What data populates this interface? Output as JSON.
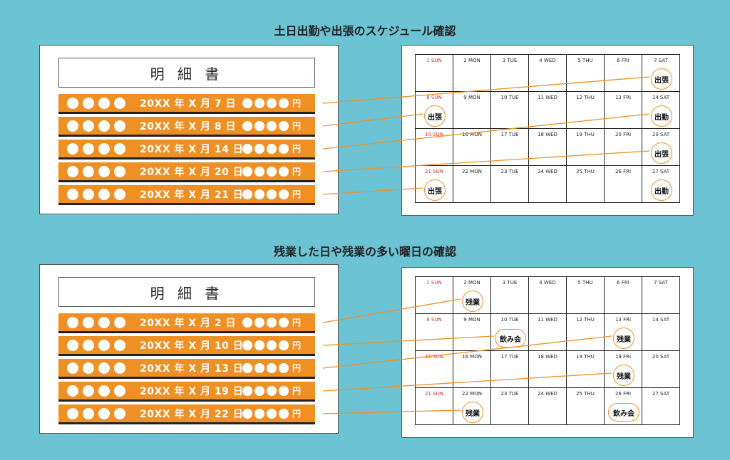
{
  "section1": {
    "title": "土日出勤や出張のスケジュール確認",
    "receipt_title": "明 細 書",
    "rows": [
      {
        "date": "20XX 年 X 月 7 日",
        "yen": "円"
      },
      {
        "date": "20XX 年 X 月 8 日",
        "yen": "円"
      },
      {
        "date": "20XX 年 X 月 14 日",
        "yen": "円"
      },
      {
        "date": "20XX 年 X 月 20 日",
        "yen": "円"
      },
      {
        "date": "20XX 年 X 月 21 日",
        "yen": "円"
      }
    ],
    "calendar": [
      "1 SUN",
      "2 MON",
      "3 TUE",
      "4 WED",
      "5 THU",
      "6 FRI",
      "7 SAT",
      "8 SUN",
      "9 MON",
      "10 TUE",
      "11 WED",
      "12 THU",
      "13 FRI",
      "14 SAT",
      "15 SUN",
      "16 MON",
      "17 TUE",
      "18 WED",
      "19 THU",
      "20 FRI",
      "20 SAT",
      "21 SUN",
      "22 MON",
      "23 TUE",
      "24 WED",
      "25 THU",
      "26 FRI",
      "27 SAT"
    ],
    "badges": [
      {
        "cell": 6,
        "text": "出張",
        "shape": "round"
      },
      {
        "cell": 7,
        "text": "出張",
        "shape": "round"
      },
      {
        "cell": 13,
        "text": "出勤",
        "shape": "round"
      },
      {
        "cell": 20,
        "text": "出張",
        "shape": "round"
      },
      {
        "cell": 21,
        "text": "出張",
        "shape": "round"
      },
      {
        "cell": 27,
        "text": "出勤",
        "shape": "round"
      }
    ],
    "connections": [
      [
        0,
        6
      ],
      [
        1,
        7
      ],
      [
        2,
        13
      ],
      [
        3,
        20
      ],
      [
        4,
        21
      ]
    ]
  },
  "section2": {
    "title": "残業した日や残業の多い曜日の確認",
    "receipt_title": "明 細 書",
    "rows": [
      {
        "date": "20XX 年 X 月 2 日",
        "yen": "円"
      },
      {
        "date": "20XX 年 X 月 10 日",
        "yen": "円"
      },
      {
        "date": "20XX 年 X 月 13 日",
        "yen": "円"
      },
      {
        "date": "20XX 年 X 月 19 日",
        "yen": "円"
      },
      {
        "date": "20XX 年 X 月 22 日",
        "yen": "円"
      }
    ],
    "calendar": [
      "1 SUN",
      "2 MON",
      "3 TUE",
      "4 WED",
      "5 THU",
      "6 FRI",
      "7 SAT",
      "8 SUN",
      "9 MON",
      "10 TUE",
      "11 WED",
      "12 THU",
      "13 FRI",
      "14 SAT",
      "15 SUN",
      "16 MON",
      "17 TUE",
      "18 WED",
      "19 THU",
      "19 FRI",
      "20 SAT",
      "21 SUN",
      "22 MON",
      "23 TUE",
      "24 WED",
      "25 THU",
      "26 FRI",
      "27 SAT"
    ],
    "badges": [
      {
        "cell": 1,
        "text": "残業",
        "shape": "round"
      },
      {
        "cell": 9,
        "text": "飲み会",
        "shape": "wide"
      },
      {
        "cell": 12,
        "text": "残業",
        "shape": "round"
      },
      {
        "cell": 19,
        "text": "残業",
        "shape": "round"
      },
      {
        "cell": 22,
        "text": "残業",
        "shape": "round"
      },
      {
        "cell": 26,
        "text": "飲み会",
        "shape": "wide"
      }
    ],
    "connections": [
      [
        0,
        1
      ],
      [
        1,
        9
      ],
      [
        2,
        12
      ],
      [
        3,
        19
      ],
      [
        4,
        22
      ]
    ]
  },
  "colors": {
    "accent": "#ef9025",
    "background": "#6cc3d3",
    "sunday": "#d62828"
  }
}
